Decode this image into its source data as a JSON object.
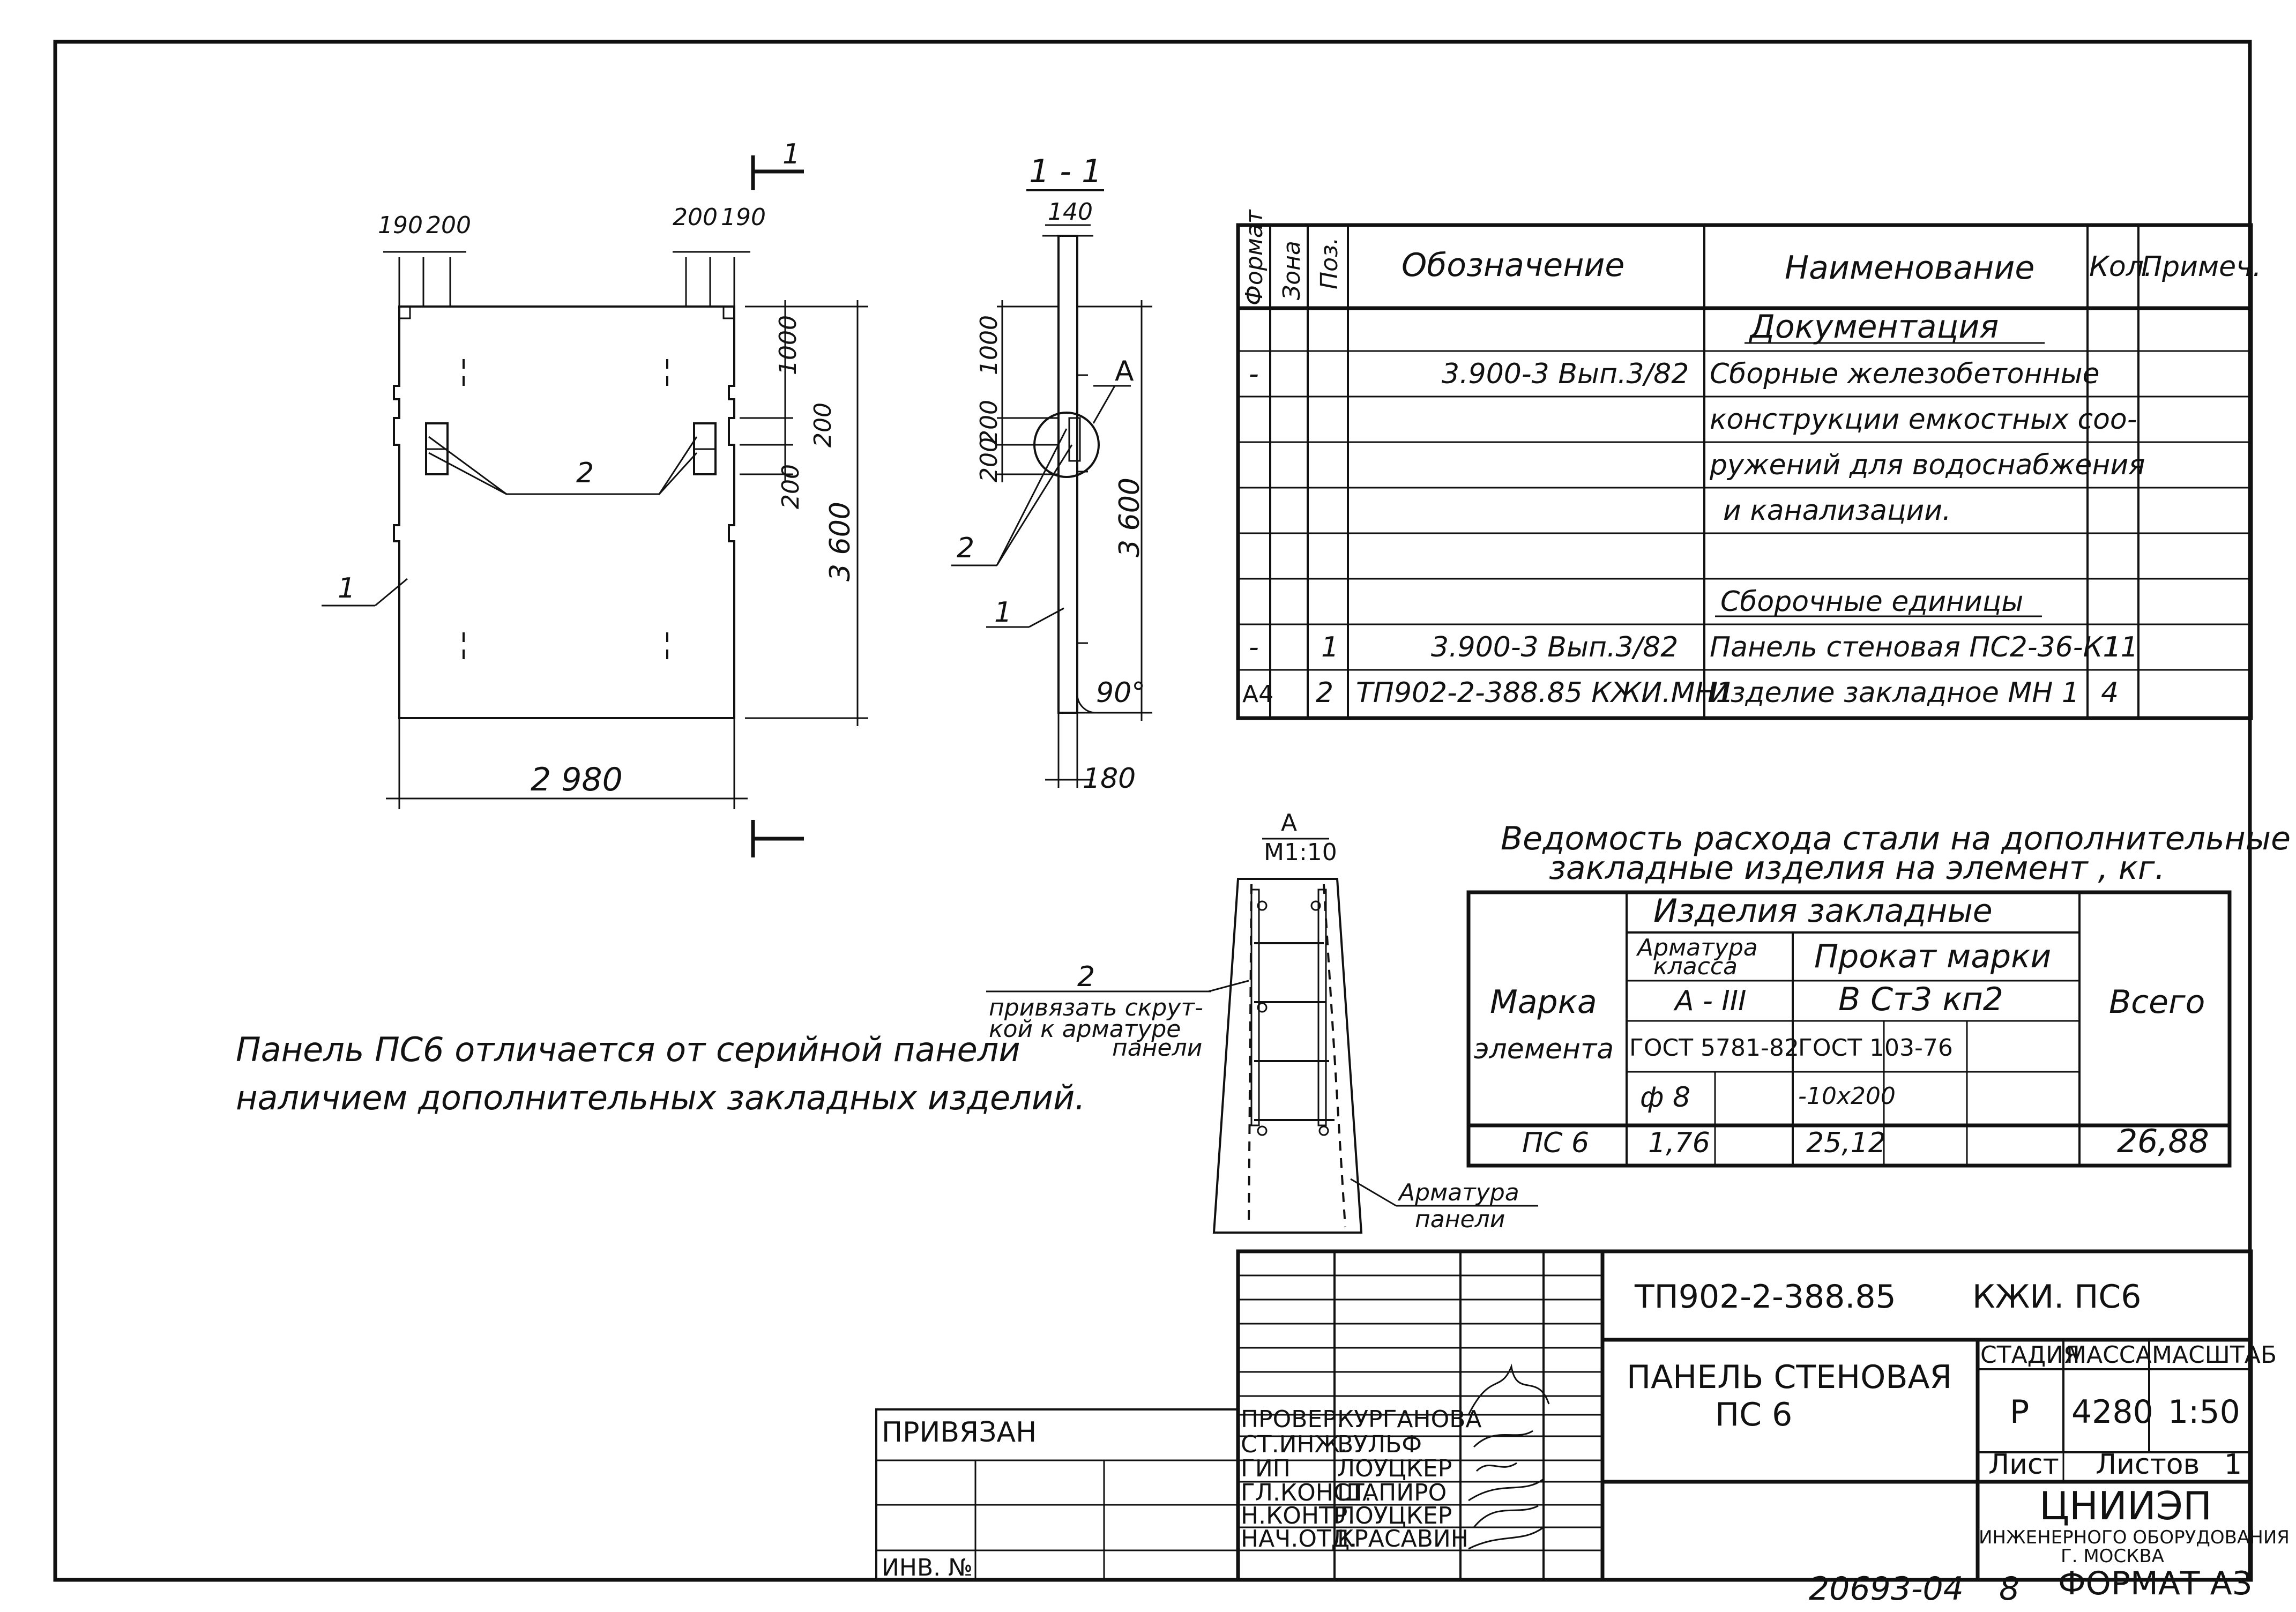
{
  "drawing": {
    "panel_view": {
      "dim_top_left": [
        "190",
        "200"
      ],
      "dim_top_right": [
        "200",
        "190"
      ],
      "dim_right": [
        "1000",
        "200",
        "200"
      ],
      "dim_height": "3 600",
      "dim_width": "2 980",
      "callout_1": "1",
      "callout_2": "2",
      "section_mark": "1"
    },
    "section_view": {
      "title": "1 - 1",
      "dim_top": "140",
      "dim_left": [
        "1000",
        "200",
        "200"
      ],
      "dim_height": "3 600",
      "dim_bottom": "180",
      "angle": "90°",
      "callout_A": "A",
      "callout_1": "1",
      "callout_2": "2"
    },
    "detail_view": {
      "title": "A",
      "scale": "M1:10",
      "callout_2": "2",
      "note_1": "привязать скрут-",
      "note_2": "кой к арматуре",
      "note_3": "панели",
      "rebar_1": "Арматура",
      "rebar_2": "панели"
    }
  },
  "spec_table": {
    "headers": [
      "Формат",
      "Зона",
      "Поз.",
      "Обозначение",
      "Наименование",
      "Кол.",
      "Примеч."
    ],
    "rows": [
      {
        "format": "",
        "zone": "",
        "pos": "",
        "designation": "",
        "name": "Документация",
        "qty": "",
        "note": ""
      },
      {
        "format": "-",
        "zone": "",
        "pos": "",
        "designation": "3.900-3    Вып.3/82",
        "name": "Сборные железобетонные",
        "qty": "",
        "note": ""
      },
      {
        "format": "",
        "zone": "",
        "pos": "",
        "designation": "",
        "name": "конструкции емкостных соо-",
        "qty": "",
        "note": ""
      },
      {
        "format": "",
        "zone": "",
        "pos": "",
        "designation": "",
        "name": "ружений для водоснабжения",
        "qty": "",
        "note": ""
      },
      {
        "format": "",
        "zone": "",
        "pos": "",
        "designation": "",
        "name": "и канализации.",
        "qty": "",
        "note": ""
      },
      {
        "format": "",
        "zone": "",
        "pos": "",
        "designation": "",
        "name": "",
        "qty": "",
        "note": ""
      },
      {
        "format": "",
        "zone": "",
        "pos": "",
        "designation": "",
        "name": "Сборочные единицы",
        "qty": "",
        "note": ""
      },
      {
        "format": "-",
        "zone": "",
        "pos": "1",
        "designation": "3.900-3  Вып.3/82",
        "name": "Панель стеновая ПС2-36-К11",
        "qty": "1",
        "note": ""
      },
      {
        "format": "А4",
        "zone": "",
        "pos": "2",
        "designation": "ТП902-2-388.85    КЖИ.МН1",
        "name": "Изделие закладное МН 1",
        "qty": "4",
        "note": ""
      }
    ]
  },
  "steel": {
    "title_1": "Ведомость расхода стали на дополнительные",
    "title_2": "закладные изделия на элемент , кг.",
    "h_mark_1": "Марка",
    "h_mark_2": "элемента",
    "h_items": "Изделия закладные",
    "h_rebar_1": "Арматура",
    "h_rebar_2": "класса",
    "h_rebar_class": "А - III",
    "h_rebar_gost": "ГОСТ 5781-82",
    "h_rebar_dia": "ф 8",
    "h_rolled": "Прокат марки",
    "h_rolled_grade": "В Ст3 кп2",
    "h_rolled_gost": "ГОСТ 103-76",
    "h_rolled_size": "-10х200",
    "h_total": "Всего",
    "row_mark": "ПС 6",
    "row_rebar": "1,76",
    "row_rolled": "25,12",
    "row_total": "26,88"
  },
  "note": {
    "line_1": "Панель ПС6 отличается от серийной панели",
    "line_2": "наличием дополнительных закладных изделий."
  },
  "stamp": {
    "doc_code": "ТП902-2-388.85",
    "doc_suffix": "КЖИ. ПС6",
    "title_1": "ПАНЕЛЬ СТЕНОВАЯ",
    "title_2": "ПС 6",
    "stage_h": "СТАДИЯ",
    "mass_h": "МАССА",
    "scale_h": "МАСШТАБ",
    "stage": "Р",
    "mass": "4280",
    "scale": "1:50",
    "sheet_h": "Лист",
    "sheets_h": "Листов",
    "sheets": "1",
    "org_1": "ЦНИИЭП",
    "org_2": "ИНЖЕНЕРНОГО ОБОРУДОВАНИЯ",
    "org_3": "Г. МОСКВА",
    "bound": "ПРИВЯЗАН",
    "inv": "ИНВ. №",
    "roles": [
      {
        "role": "ПРОВЕР.",
        "name": "КУРГАНОВА"
      },
      {
        "role": "СТ.ИНЖ.",
        "name": "ВУЛЬФ"
      },
      {
        "role": "ГИП",
        "name": "ЛОУЦКЕР"
      },
      {
        "role": "ГЛ.КОНСТ.",
        "name": "ШАПИРО"
      },
      {
        "role": "Н.КОНТР.",
        "name": "ЛОУЦКЕР"
      },
      {
        "role": "НАЧ.ОТД.",
        "name": "КРАСАВИН"
      }
    ]
  },
  "footer": {
    "number": "20693-04",
    "page": "8",
    "format": "ФОРМАТ А3"
  }
}
